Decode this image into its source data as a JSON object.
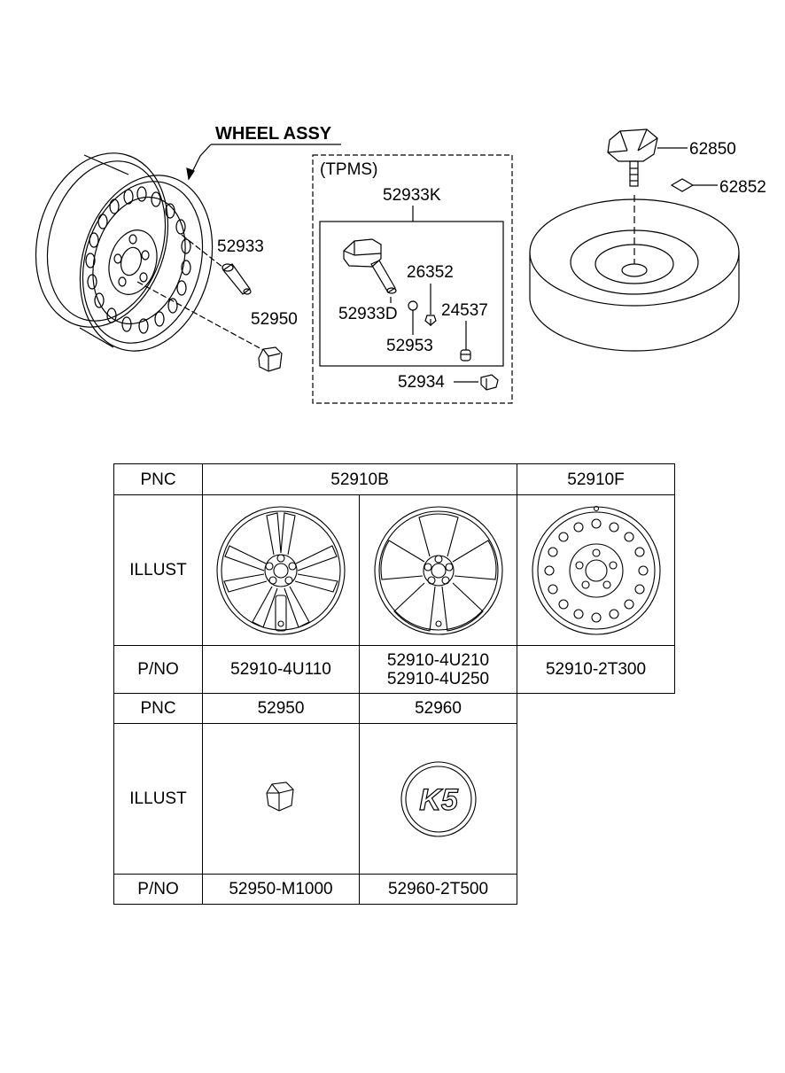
{
  "diagram": {
    "title": "WHEEL ASSY",
    "tpms_label": "(TPMS)",
    "labels": {
      "p52933": "52933",
      "p52950": "52950",
      "p52933K": "52933K",
      "p52933D": "52933D",
      "p26352": "26352",
      "p24537": "24537",
      "p52953": "52953",
      "p52934": "52934",
      "p62850": "62850",
      "p62852": "62852"
    }
  },
  "table": {
    "row_pnc_label": "PNC",
    "row_illust_label": "ILLUST",
    "row_pno_label": "P/NO",
    "pnc1": "52910B",
    "pnc2": "52910F",
    "pno_a": "52910-4U110",
    "pno_b1": "52910-4U210",
    "pno_b2": "52910-4U250",
    "pno_c": "52910-2T300",
    "pnc3": "52950",
    "pnc4": "52960",
    "pno_d": "52950-M1000",
    "pno_e": "52960-2T500",
    "emblem_text": "K5"
  }
}
